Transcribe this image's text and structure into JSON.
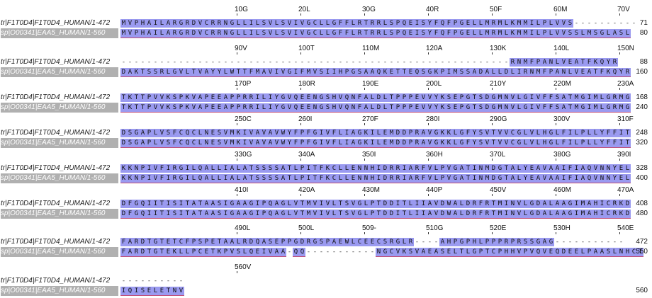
{
  "alignment": {
    "seq1_name": "tr|F1T0D4|F1T0D4_HUMAN/1-472",
    "seq2_name": "sp|O00341|EAA5_HUMAN/1-560",
    "blocks": [
      {
        "ruler": [
          "10G",
          "20L",
          "30G",
          "40R",
          "50F",
          "60M",
          "70V"
        ],
        "s1": "MVPHAILARGRDVCRRNGLLILSVLSVIVGCLLGFFLRTRRLSPQEISYFQFPGELLMRMLKMMILPLVVS----------",
        "s2": "MVPHAILARGRDVCRRNGLLILSVLSVIVGCLLGFFLRTRRLSPQEISYFQFPGELLMRMLKMMILPLVVSSLMSGLASL",
        "e1": "71",
        "e2": "80"
      },
      {
        "ruler": [
          "90V",
          "100T",
          "110M",
          "120A",
          "130K",
          "140L",
          "150N"
        ],
        "s1": "-------------------------------------------------------------RNMFPANLVEATFKQYR",
        "s2": "DAKTSSRLGVLTVAYYLWTTFMAVIVGIFMVSIIHPGSAAQKETTEQSGKPIMSSADALLDLIRNMFPANLVEATFKQYR",
        "e1": "88",
        "e2": "160"
      },
      {
        "ruler": [
          "170P",
          "180R",
          "190E",
          "200L",
          "210Y",
          "220M",
          "230A"
        ],
        "s1": "TKTTPVVKSPKVAPEEAPPRRILIYGVQEENGSHVQNFALDLTPPPEVVYKSEPGTSDGMNVLGIVFFSATMGIMLGRMG",
        "s2": "TKTTPVVKSPKVAPEEAPPRRILIYGVQEENGSHVQNFALDLTPPPEVVYKSEPGTSDGMNVLGIVFFSATMGIMLGRMG",
        "e1": "168",
        "e2": "240"
      },
      {
        "ruler": [
          "250C",
          "260I",
          "270F",
          "280I",
          "290G",
          "300V",
          "310F"
        ],
        "s1": "DSGAPLVSFCQCLNESVMKIVAVAVWYFPFGIVFLIAGKILEMDDPRAVGKKLGFYSVTVVCGLVLHGLFILPLLYFFIT",
        "s2": "DSGAPLVSFCQCLNESVMKIVAVAVWYFPFGIVFLIAGKILEMDDPRAVGKKLGFYSVTVVCGLVLHGLFILPLLYFFIT",
        "e1": "248",
        "e2": "320"
      },
      {
        "ruler": [
          "330G",
          "340A",
          "350I",
          "360H",
          "370L",
          "380G",
          "390I"
        ],
        "s1": "KKNPIVFIRGILQALLIALATSSSSATLPITFKCLLENNHIDRRIARFVLPVGATINMDGTALYEAVAAIFIAQVNNYEL",
        "s2": "KKNPIVFIRGILQALLIALATSSSSATLPITFKCLLENNHIDRRIARFVLPVGATINMDGTALYEAVAAIFIAQVNNYEL",
        "e1": "328",
        "e2": "400"
      },
      {
        "ruler": [
          "410I",
          "420A",
          "430M",
          "440P",
          "450V",
          "460M",
          "470A"
        ],
        "s1": "DFGQIITISITATAASIGAAGIPQAGLVTMVIVLTSVGLPTDDITLIIAVDWALDRFRTMINVLGDALAAGIMAHICRKD",
        "s2": "DFGQIITISITATAASIGAAGIPQAGLVTMVIVLTSVGLPTDDITLIIAVDWALDRFRTMINVLGDALAAGIMAHICRKD",
        "e1": "408",
        "e2": "480"
      },
      {
        "ruler": [
          "490L",
          "500L",
          "509-",
          "510G",
          "520E",
          "530H",
          "540E"
        ],
        "s1": "FARDTGTETCFPSPETAALRDQASEPPGDRGSPAEWLCEECSRGLR----AHPGPHLPPPRPRSSGAG-----------",
        "s2": "FARDTGTEKLLPCETKPVSLQEIVAA-QQ-----------NGCVKSVAEASELTLGPTCPHHVPVQVEQDEELPAASLNHCT",
        "e1": "472",
        "e2": "550"
      },
      {
        "ruler": [
          "560V"
        ],
        "s1": "----------",
        "s2": "IQISELETNV",
        "e1": "",
        "e2": "560"
      }
    ]
  },
  "colors": {
    "residue_bg": "#9a9af0",
    "label2_bg": "#b0b0b0"
  }
}
